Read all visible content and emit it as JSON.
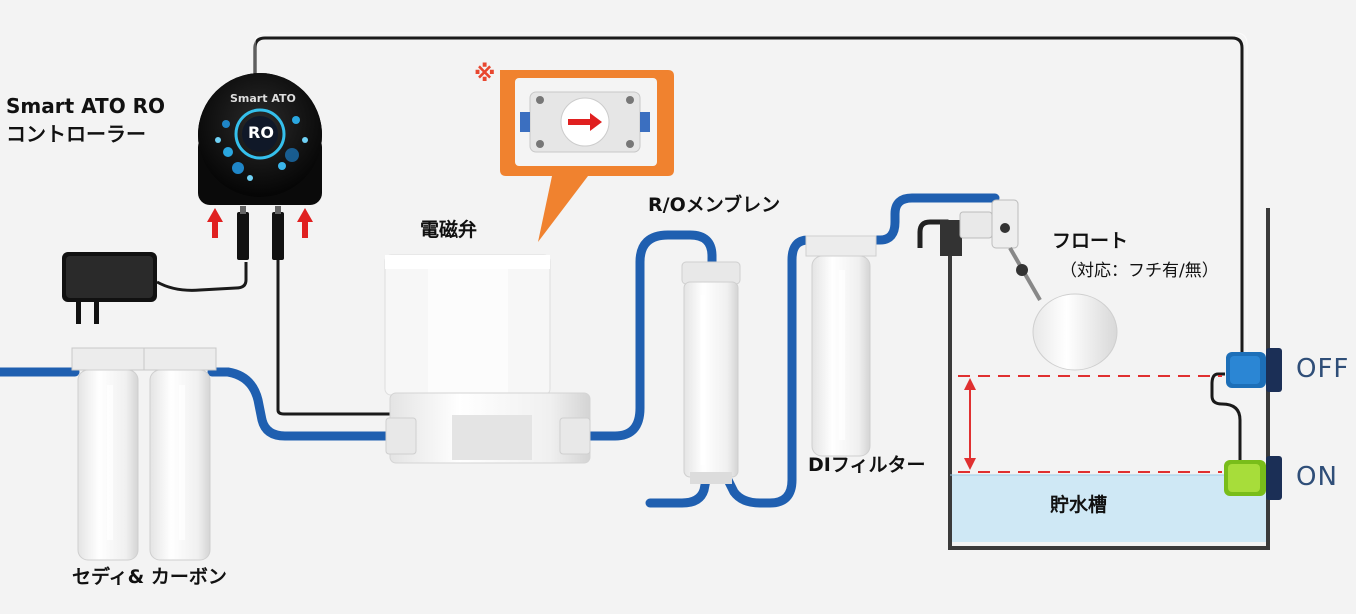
{
  "labels": {
    "controller": "Smart ATO RO",
    "controller_sub": "コントローラー",
    "device_brand": "Smart ATO",
    "device_center": "RO",
    "solenoid": "電磁弁",
    "ro_membrane": "R/Oメンブレン",
    "di_filter": "DIフィルター",
    "sediment_carbon": "セディ& カーボン",
    "float": "フロート",
    "float_note": "（対応：フチ有/無）",
    "reservoir": "貯水槽",
    "sensor_off": "OFF",
    "sensor_on": "ON",
    "asterisk": "※"
  },
  "colors": {
    "tube": "#1f5fb0",
    "cable": "#1a1a1a",
    "callout": "#f0822f",
    "arrow": "#e02020",
    "water": "#cfe8f5",
    "sensor_off": "#1d6fb8",
    "sensor_on": "#8fcf28"
  }
}
